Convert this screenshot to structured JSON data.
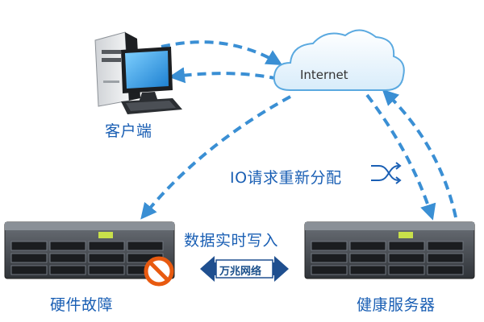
{
  "client": {
    "label": "客户端",
    "icon": "desktop-computer-icon"
  },
  "cloud": {
    "label": "Internet",
    "icon": "cloud-icon"
  },
  "failed_server": {
    "label": "硬件故障",
    "icon": "rack-server-icon",
    "badge_icon": "prohibited-icon"
  },
  "healthy_server": {
    "label": "健康服务器",
    "icon": "rack-server-icon"
  },
  "io_redistribution": {
    "label": "IO请求重新分配",
    "icon": "shuffle-icon"
  },
  "realtime_write": {
    "label": "数据实时写入"
  },
  "network": {
    "label": "万兆网络",
    "icon": "double-arrow-icon"
  },
  "colors": {
    "arrow": "#3a8fd4",
    "label": "#1a5fb4",
    "prohibited": "#e85a10",
    "server_body": "#4a4f55"
  }
}
